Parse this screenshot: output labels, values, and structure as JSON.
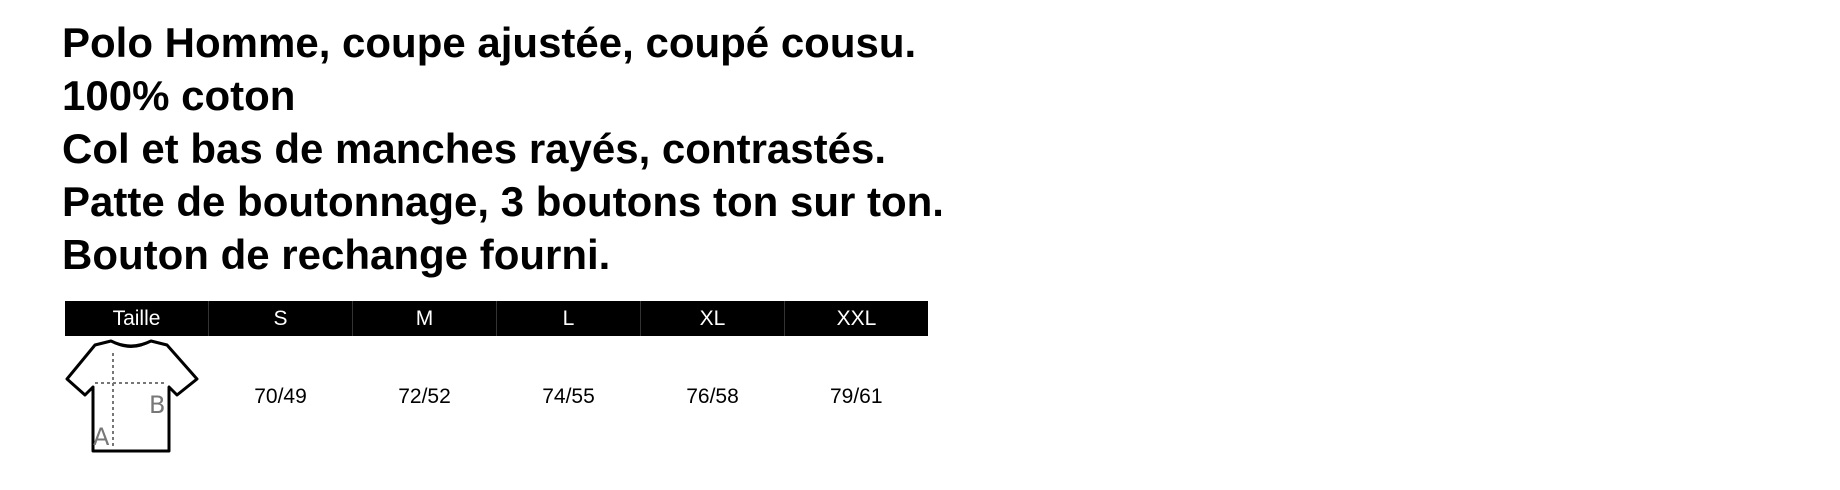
{
  "description": [
    "Polo Homme, coupe ajustée, coupé cousu.",
    "100% coton",
    "Col et bas de manches rayés, contrastés.",
    "Patte de boutonnage, 3 boutons ton sur ton.",
    "Bouton de rechange fourni."
  ],
  "size_table": {
    "header_label": "Taille",
    "sizes": [
      "S",
      "M",
      "L",
      "XL",
      "XXL"
    ],
    "measurements": [
      "70/49",
      "72/52",
      "74/55",
      "76/58",
      "79/61"
    ],
    "diagram_icon": "tshirt-measure-icon",
    "diagram_labels": {
      "length": "A",
      "width": "B"
    }
  },
  "colors": {
    "text": "#000000",
    "header_bg": "#000000",
    "header_text": "#ffffff"
  }
}
